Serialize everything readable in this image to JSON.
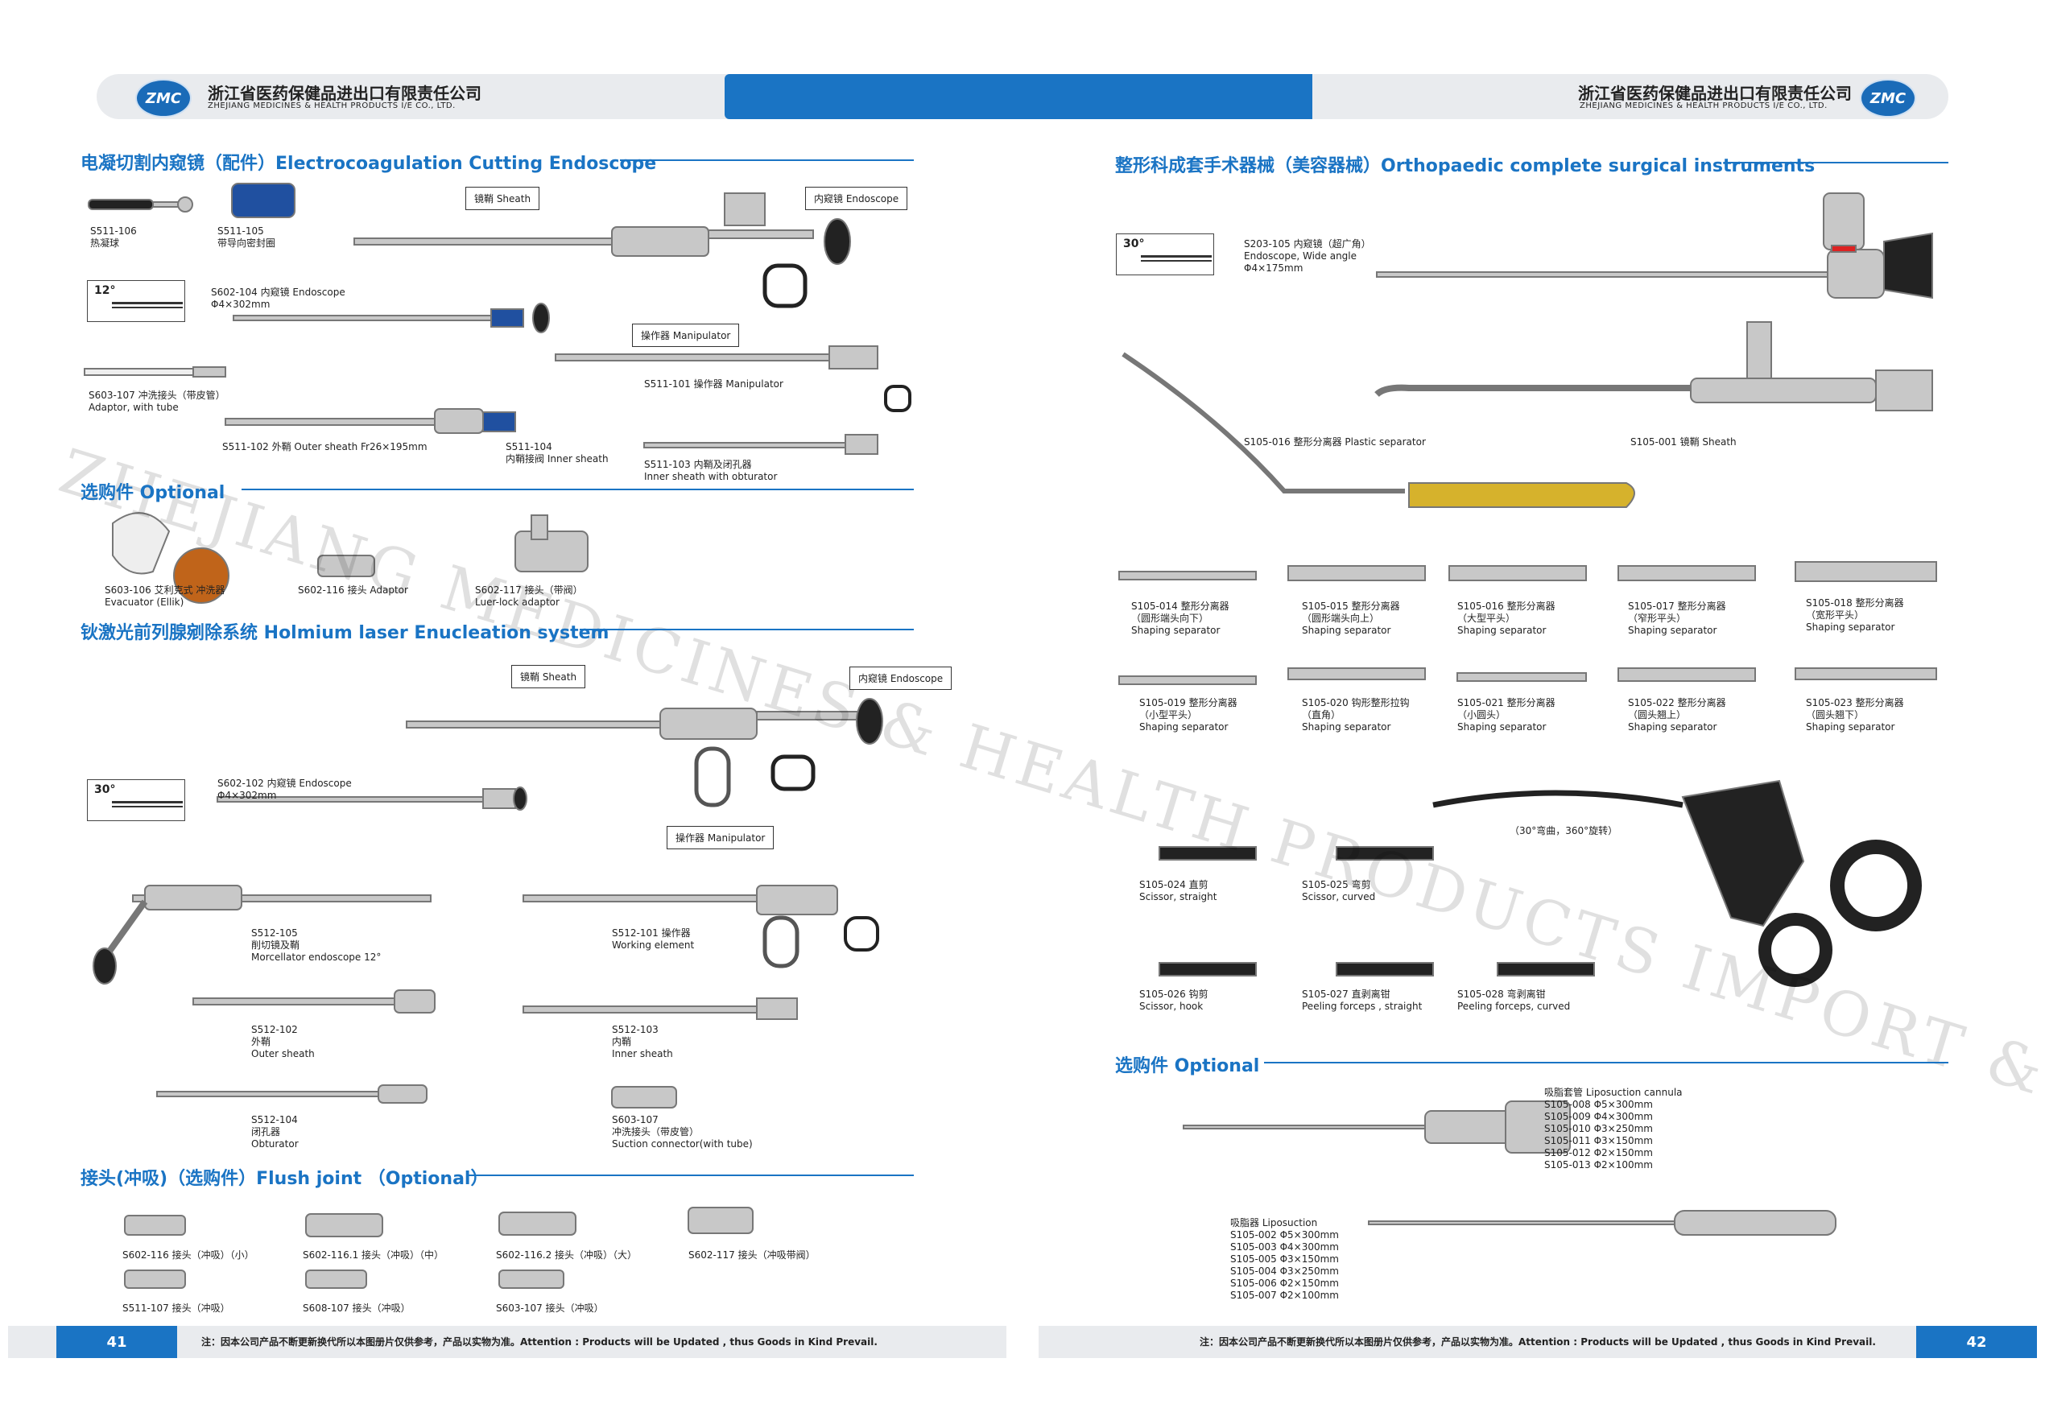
{
  "header": {
    "logo": "ZMC",
    "company_cn": "浙江省医药保健品进出口有限责任公司",
    "company_en": "ZHEJIANG MEDICINES & HEALTH PRODUCTS I/E CO., LTD."
  },
  "watermark": "ZHEJIANG MEDICINES & HEALTH PRODUCTS IMPORT & EXPORT CO.,LTD.,",
  "left": {
    "sec1_title": "电凝切割内窥镜（配件）Electrocoagulation Cutting Endoscope",
    "sec1_items": [
      {
        "code": "S511-106",
        "name": "热凝球"
      },
      {
        "code": "S511-105",
        "name": "带导向密封圈"
      },
      {
        "code": "S602-104 内窥镜 Endoscope",
        "name": "Φ4×302mm"
      },
      {
        "code": "S603-107 冲洗接头（带皮管）",
        "name": "Adaptor, with tube"
      },
      {
        "code": "S511-102 外鞘 Outer sheath Fr26×195mm",
        "name": ""
      },
      {
        "code": "S511-104",
        "name": "内鞘接阀 Inner sheath"
      },
      {
        "code": "S511-101 操作器 Manipulator",
        "name": ""
      },
      {
        "code": "S511-103 内鞘及闭孔器",
        "name": "Inner sheath with obturator"
      }
    ],
    "sec1_callouts": {
      "sheath": "镜鞘    Sheath",
      "endoscope": "内窥镜 Endoscope",
      "manipulator": "操作器 Manipulator",
      "angle": "12°"
    },
    "opt_title": "选购件 Optional",
    "opt_items": [
      {
        "code": "S603-106 艾利克式 冲洗器",
        "name": "Evacuator (Ellik)"
      },
      {
        "code": "S602-116 接头 Adaptor",
        "name": ""
      },
      {
        "code": "S602-117 接头（带阀）",
        "name": "Luer-lock adaptor"
      }
    ],
    "sec2_title": "钬激光前列腺剜除系统 Holmium laser Enucleation system",
    "sec2_callouts": {
      "sheath": "镜鞘    Sheath",
      "endoscope": "内窥镜 Endoscope",
      "manipulator": "操作器 Manipulator",
      "angle": "30°"
    },
    "sec2_items": [
      {
        "code": "S602-102 内窥镜 Endoscope",
        "name": "Φ4×302mm"
      },
      {
        "code": "S512-105",
        "name": "削切镜及鞘",
        "en": "Morcellator endoscope 12°"
      },
      {
        "code": "S512-101 操作器",
        "name": "Working element"
      },
      {
        "code": "S512-102",
        "name": "外鞘",
        "en": "Outer sheath"
      },
      {
        "code": "S512-103",
        "name": "内鞘",
        "en": "Inner sheath"
      },
      {
        "code": "S512-104",
        "name": "闭孔器",
        "en": "Obturator"
      },
      {
        "code": "S603-107",
        "name": "冲洗接头（带皮管）",
        "en": "Suction connector(with tube)"
      }
    ],
    "sec3_title": "接头(冲吸)（选购件）Flush joint （Optional）",
    "sec3_items": [
      {
        "code": "S602-116 接头（冲吸）（小）"
      },
      {
        "code": "S602-116.1 接头（冲吸）（中）"
      },
      {
        "code": "S602-116.2 接头（冲吸）（大）"
      },
      {
        "code": "S602-117 接头（冲吸带阀）"
      },
      {
        "code": "S511-107 接头（冲吸）"
      },
      {
        "code": "S608-107 接头（冲吸）"
      },
      {
        "code": "S603-107 接头（冲吸）"
      }
    ]
  },
  "right": {
    "sec1_title": "整形科成套手术器械（美容器械）Orthopaedic complete surgical instruments",
    "endo": {
      "code": "S203-105 内窥镜（超广角）",
      "name": "Endoscope, Wide angle",
      "size": "Φ4×175mm",
      "angle": "30°"
    },
    "plastic_sep": "S105-016 整形分离器 Plastic separator",
    "sheath": "S105-001 镜鞘 Sheath",
    "seps": [
      {
        "code": "S105-014 整形分离器",
        "cn": "（圆形端头向下）",
        "en": "Shaping separator"
      },
      {
        "code": "S105-015 整形分离器",
        "cn": "（圆形端头向上）",
        "en": "Shaping separator"
      },
      {
        "code": "S105-016 整形分离器",
        "cn": "（大型平头）",
        "en": "Shaping separator"
      },
      {
        "code": "S105-017 整形分离器",
        "cn": "（窄形平头）",
        "en": "Shaping separator"
      },
      {
        "code": "S105-018 整形分离器",
        "cn": "（宽形平头）",
        "en": "Shaping separator"
      },
      {
        "code": "S105-019 整形分离器",
        "cn": "（小型平头）",
        "en": "Shaping separator"
      },
      {
        "code": "S105-020 钩形整形拉钩",
        "cn": "（直角）",
        "en": "Shaping separator"
      },
      {
        "code": "S105-021 整形分离器",
        "cn": "（小圆头）",
        "en": "Shaping separator"
      },
      {
        "code": "S105-022 整形分离器",
        "cn": "（圆头翘上）",
        "en": "Shaping separator"
      },
      {
        "code": "S105-023 整形分离器",
        "cn": "（圆头翘下）",
        "en": "Shaping separator"
      }
    ],
    "rotate_note": "（30°弯曲，360°旋转）",
    "scissors": [
      {
        "code": "S105-024 直剪",
        "en": "Scissor, straight"
      },
      {
        "code": "S105-025 弯剪",
        "en": "Scissor, curved"
      },
      {
        "code": "S105-026 钩剪",
        "en": "Scissor, hook"
      },
      {
        "code": "S105-027 直剥离钳",
        "en": "Peeling forceps , straight"
      },
      {
        "code": "S105-028 弯剥离钳",
        "en": "Peeling forceps, curved"
      }
    ],
    "opt_title": "选购件 Optional",
    "cannula": {
      "title": "吸脂套管 Liposuction cannula",
      "rows": [
        "S105-008  Φ5×300mm",
        "S105-009  Φ4×300mm",
        "S105-010  Φ3×250mm",
        "S105-011  Φ3×150mm",
        "S105-012  Φ2×150mm",
        "S105-013  Φ2×100mm"
      ]
    },
    "lipo": {
      "title": "吸脂器 Liposuction",
      "rows": [
        "S105-002  Φ5×300mm",
        "S105-003  Φ4×300mm",
        "S105-005  Φ3×150mm",
        "S105-004  Φ3×250mm",
        "S105-006  Φ2×150mm",
        "S105-007  Φ2×100mm"
      ]
    }
  },
  "footer": {
    "page_left": "41",
    "page_right": "42",
    "note": "注：因本公司产品不断更新换代所以本图册片仅供参考，产品以实物为准。Attention : Products will be Updated , thus Goods in Kind Prevail."
  }
}
